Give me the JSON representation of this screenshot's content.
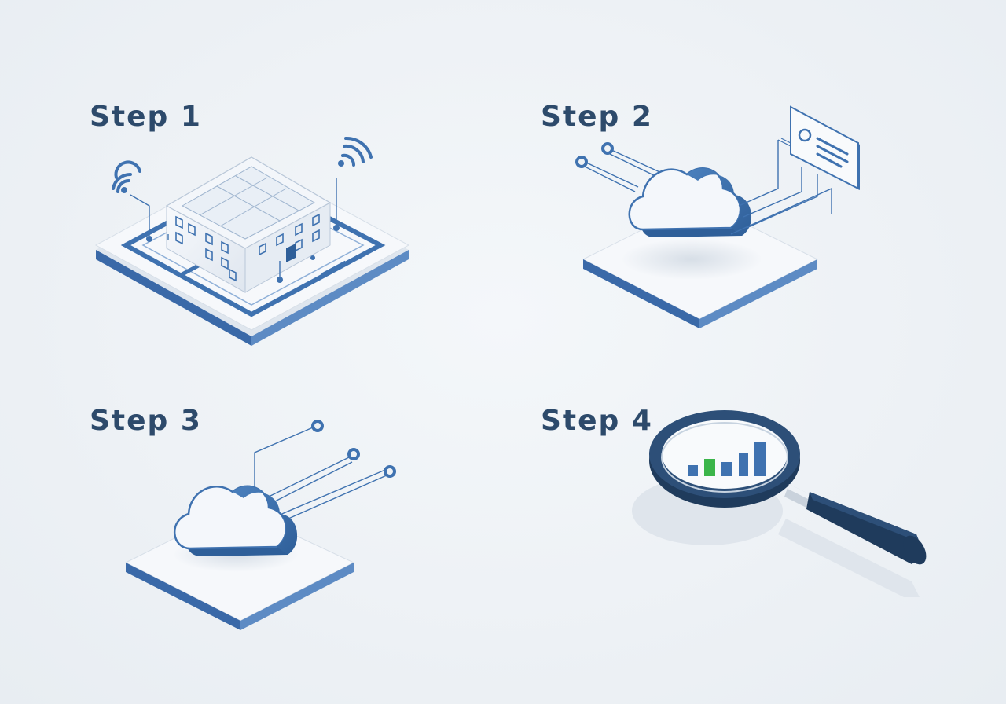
{
  "steps": [
    {
      "label": "Step 1",
      "icon": "smart-building-icon"
    },
    {
      "label": "Step 2",
      "icon": "cloud-dashboard-icon"
    },
    {
      "label": "Step 3",
      "icon": "cloud-sensors-icon"
    },
    {
      "label": "Step 4",
      "icon": "magnifier-chart-icon"
    }
  ],
  "colors": {
    "background": "#eef2f6",
    "label": "#2d4a6b",
    "primary_blue": "#3f72b0",
    "dark_navy": "#1f3b5c",
    "platform_top": "#f6f8fb",
    "platform_edge": "#3a69a8",
    "chart_green": "#3bb54a"
  }
}
